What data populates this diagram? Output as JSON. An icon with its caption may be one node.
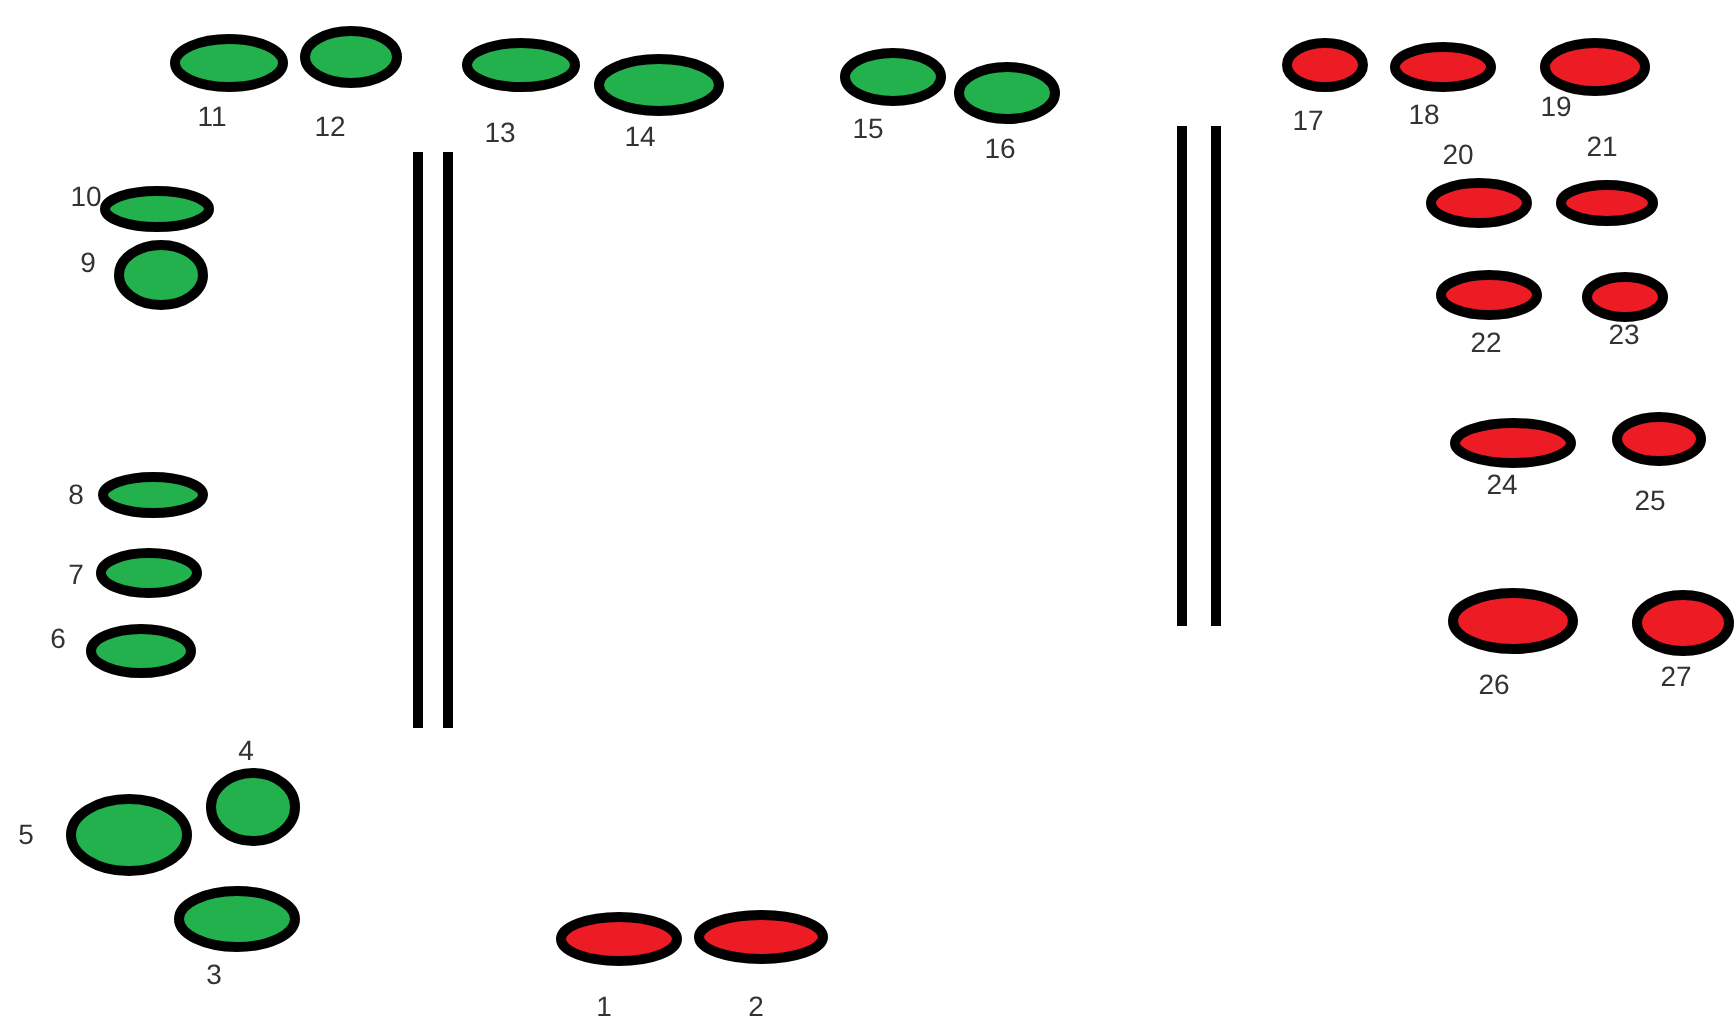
{
  "diagram": {
    "nodes": [
      {
        "text": [],
        "shape": "ellipse",
        "beside": [
          "1"
        ]
      },
      {
        "text": [],
        "shape": "ellipse",
        "beside": [
          "2"
        ]
      },
      {
        "text": [],
        "shape": "ellipse",
        "beside": [
          "3"
        ]
      },
      {
        "text": [],
        "shape": "ellipse",
        "beside": [
          "4"
        ]
      },
      {
        "text": [],
        "shape": "ellipse",
        "beside": [
          "5"
        ]
      },
      {
        "text": [],
        "shape": "ellipse",
        "beside": [
          "6"
        ]
      },
      {
        "text": [],
        "shape": "ellipse",
        "beside": [
          "7"
        ]
      },
      {
        "text": [],
        "shape": "ellipse",
        "beside": [
          "8"
        ]
      },
      {
        "text": [],
        "shape": "ellipse",
        "beside": [
          "9"
        ]
      },
      {
        "text": [],
        "shape": "ellipse",
        "beside": [
          "10"
        ]
      },
      {
        "text": [],
        "shape": "ellipse",
        "beside": [
          "11"
        ]
      },
      {
        "text": [],
        "shape": "ellipse",
        "beside": [
          "12"
        ]
      },
      {
        "text": [],
        "shape": "ellipse",
        "beside": [
          "13"
        ]
      },
      {
        "text": [],
        "shape": "ellipse",
        "beside": [
          "14"
        ]
      },
      {
        "text": [],
        "shape": "ellipse",
        "beside": [
          "15"
        ]
      },
      {
        "text": [],
        "shape": "ellipse",
        "beside": [
          "16"
        ]
      },
      {
        "text": [],
        "shape": "ellipse",
        "beside": [
          "17"
        ]
      },
      {
        "text": [],
        "shape": "ellipse",
        "beside": [
          "18"
        ]
      },
      {
        "text": [],
        "shape": "ellipse",
        "beside": [
          "19"
        ]
      },
      {
        "text": [],
        "shape": "ellipse",
        "beside": [
          "20"
        ]
      },
      {
        "text": [],
        "shape": "ellipse",
        "beside": [
          "21"
        ]
      },
      {
        "text": [],
        "shape": "ellipse",
        "beside": [
          "22"
        ]
      },
      {
        "text": [],
        "shape": "ellipse",
        "beside": [
          "23"
        ]
      },
      {
        "text": [],
        "shape": "ellipse",
        "beside": [
          "24"
        ]
      },
      {
        "text": [],
        "shape": "ellipse",
        "beside": [
          "25"
        ]
      },
      {
        "text": [],
        "shape": "ellipse",
        "beside": [
          "26"
        ]
      },
      {
        "text": [],
        "shape": "ellipse",
        "beside": [
          "27"
        ]
      }
    ]
  }
}
